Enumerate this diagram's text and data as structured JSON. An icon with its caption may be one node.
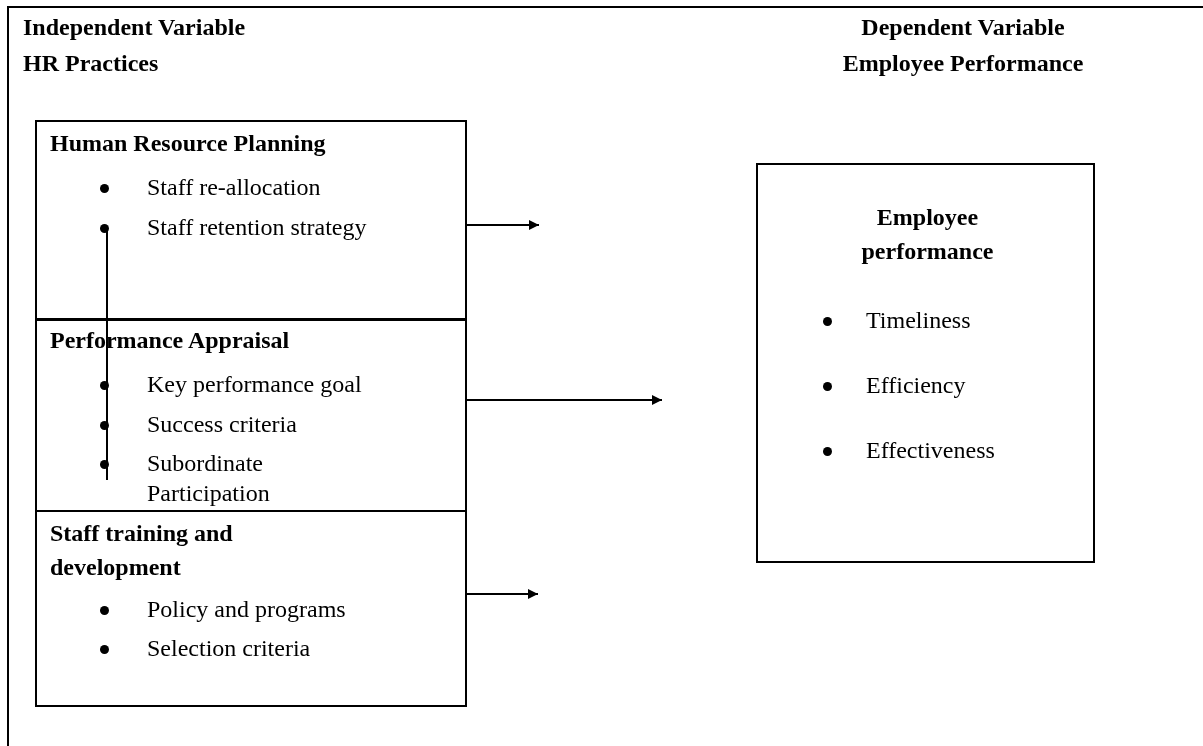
{
  "diagram": {
    "nodes": [
      {
        "text": [
          "Human Resource Planning",
          "Staff re-allocation",
          "Staff retention strategy"
        ]
      },
      {
        "text": [
          "Performance Appraisal",
          "Key performance goal",
          "Success criteria",
          "Subordinate Participation"
        ]
      },
      {
        "text": [
          "Staff training and development",
          "Policy and programs",
          "Selection criteria"
        ]
      },
      {
        "text": [
          "Employee performance",
          "Timeliness",
          "Efficiency",
          "Effectiveness"
        ]
      }
    ],
    "edges": [
      {
        "from": 0,
        "to": null,
        "arrow": "to"
      },
      {
        "from": 1,
        "to": null,
        "arrow": "to"
      },
      {
        "from": 2,
        "to": null,
        "arrow": "to"
      },
      {
        "from": 0,
        "to": 1,
        "arrow": "none"
      }
    ],
    "labels": [
      "Independent Variable",
      "HR Practices",
      "Dependent Variable",
      "Employee Performance"
    ]
  }
}
